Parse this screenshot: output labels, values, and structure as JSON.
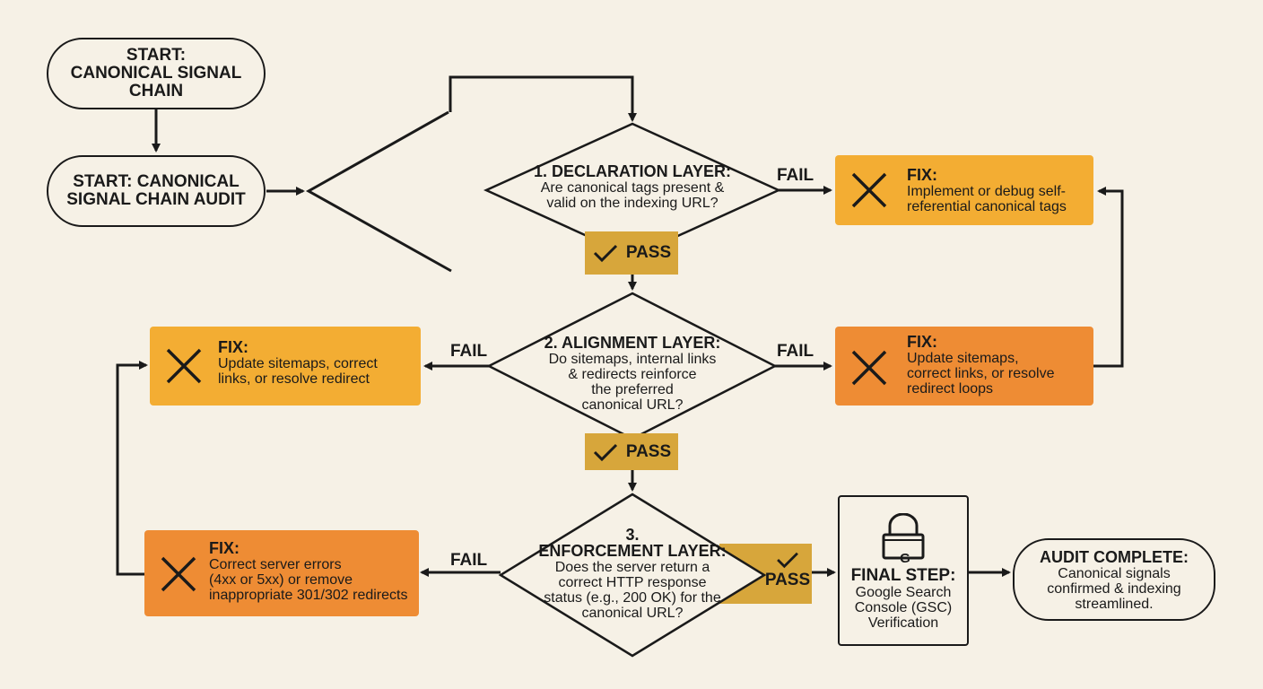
{
  "start1": {
    "line1": "START:",
    "line2": "CANONICAL SIGNAL",
    "line3": "CHAIN"
  },
  "start2": {
    "line1": "START: CANONICAL",
    "line2": "SIGNAL CHAIN AUDIT"
  },
  "d1": {
    "title": "1. DECLARATION LAYER:",
    "l1": "Are canonical tags present &",
    "l2": "valid on the indexing URL?"
  },
  "d2": {
    "title": "2. ALIGNMENT LAYER:",
    "l1": "Do sitemaps, internal links",
    "l2": "& redirects reinforce",
    "l3": "the preferred",
    "l4": "canonical URL?"
  },
  "d3": {
    "t1": "3.",
    "t2": "ENFORCEMENT LAYER:",
    "l1": "Does the server return a",
    "l2": "correct HTTP response",
    "l3": "status (e.g., 200 OK) for the",
    "l4": "canonical URL?"
  },
  "labels": {
    "fail": "FAIL",
    "pass": "PASS"
  },
  "fix1": {
    "title": "FIX:",
    "l1": "Implement or debug self-",
    "l2": "referential canonical tags"
  },
  "fix2": {
    "title": "FIX:",
    "l1": "Update sitemaps, correct",
    "l2": "links, or resolve redirect"
  },
  "fix3": {
    "title": "FIX:",
    "l1": "Update sitemaps,",
    "l2": "correct links, or resolve",
    "l3": "redirect loops"
  },
  "fix4": {
    "title": "FIX:",
    "l1": "Correct server errors",
    "l2": "(4xx or 5xx) or remove",
    "l3": "inappropriate 301/302 redirects"
  },
  "final": {
    "title": "FINAL STEP:",
    "l1": "Google Search",
    "l2": "Console (GSC)",
    "l3": "Verification",
    "icon_letter": "G"
  },
  "complete": {
    "title": "AUDIT COMPLETE:",
    "l1": "Canonical signals",
    "l2": "confirmed & indexing",
    "l3": "streamlined."
  },
  "colors": {
    "fix_yellow": "#f3ad33",
    "fix_orange": "#ee8c34",
    "pass": "#d7a63b",
    "background": "#f6f1e6"
  },
  "icons": {
    "fix": "x-mark-icon",
    "pass": "check-icon",
    "final": "gsc-lock-icon"
  }
}
